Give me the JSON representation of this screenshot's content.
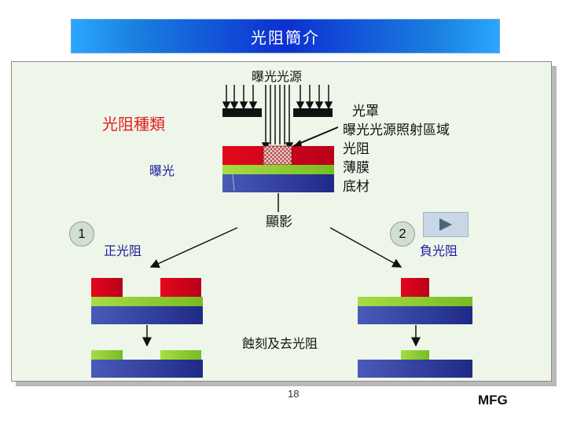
{
  "slide": {
    "title": "光阻簡介",
    "page_number": "18",
    "footer": "MFG"
  },
  "diagram": {
    "light_source_label": "曝光光源",
    "resist_types_label": "光阻種類",
    "exposure_label": "曝光",
    "legend": {
      "mask": "光罩",
      "exposed_area": "曝光光源照射區域",
      "photoresist": "光阻",
      "thin_film": "薄膜",
      "substrate": "底材"
    },
    "develop_label": "顯影",
    "step_1": "1",
    "step_2": "2",
    "positive_resist": "正光阻",
    "negative_resist": "負光阻",
    "etch_strip_label": "蝕刻及去光阻"
  },
  "colors": {
    "title_bar": "#0d2fd0",
    "panel": "#eef6ea",
    "photoresist": "#d0021b",
    "thin_film": "#8ccc2c",
    "substrate": "#2a3a9a",
    "mask": "#111111",
    "text_blue": "#1c1c9c",
    "text_red": "#e0201c"
  },
  "icons": [
    "play-icon",
    "arrow-icon"
  ]
}
